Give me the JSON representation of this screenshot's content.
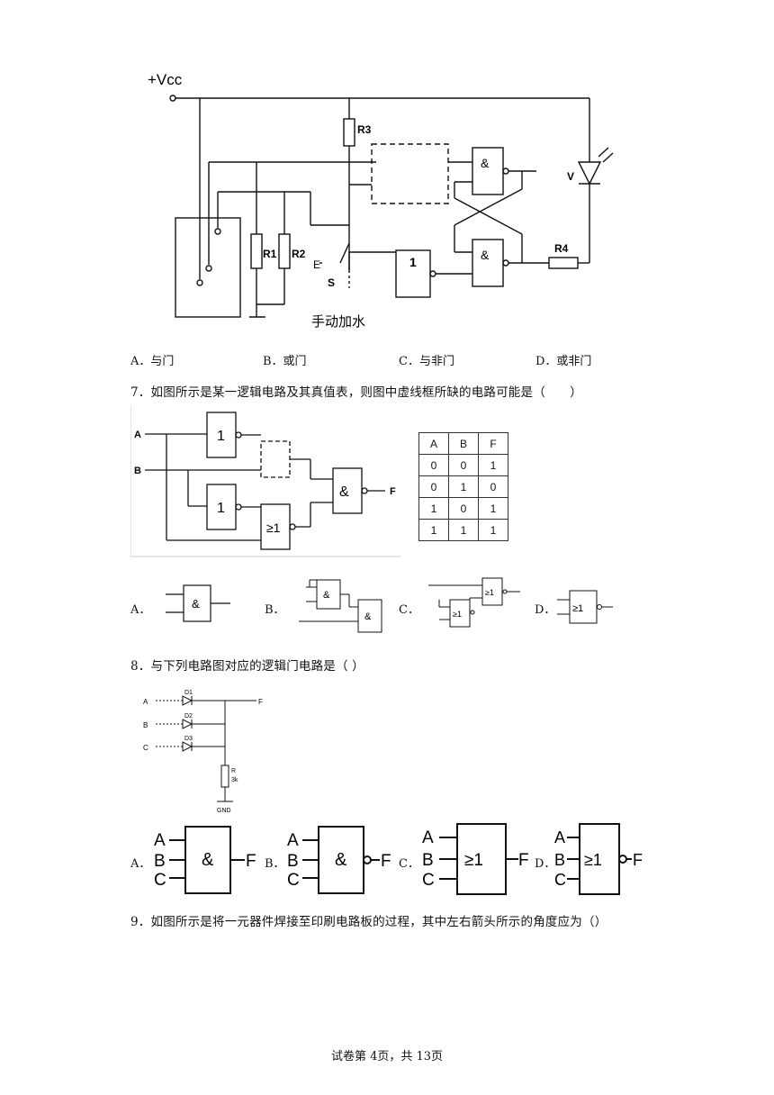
{
  "q6": {
    "vcc": "+Vcc",
    "r1": "R1",
    "r2": "R2",
    "r3": "R3",
    "r4": "R4",
    "s": "S",
    "v": "V",
    "e": "E",
    "and": "&",
    "not": "1",
    "caption": "手动加水",
    "options": [
      "A．与门",
      "B．或门",
      "C．与非门",
      "D．或非门"
    ]
  },
  "q7": {
    "text": "7．如图所示是某一逻辑电路及其真值表，则图中虚线框所缺的电路可能是（　　）",
    "a_label": "A",
    "b_label": "B",
    "f_label": "F",
    "not": "1",
    "and": "&",
    "or": "≥1",
    "table": {
      "header": [
        "A",
        "B",
        "F"
      ],
      "rows": [
        [
          "0",
          "0",
          "1"
        ],
        [
          "0",
          "1",
          "0"
        ],
        [
          "1",
          "0",
          "1"
        ],
        [
          "1",
          "1",
          "1"
        ]
      ]
    },
    "options": [
      "A．",
      "B．",
      "C．",
      "D．"
    ]
  },
  "q8": {
    "text": "8．与下列电路图对应的逻辑门电路是（  ）",
    "inputs": [
      "A",
      "B",
      "C"
    ],
    "out": "F",
    "diodes": [
      "D1",
      "D2",
      "D3"
    ],
    "resistor": "R",
    "resistor_value": "3k",
    "gnd": "GND",
    "options": [
      "A．",
      "B．",
      "C．",
      "D．"
    ],
    "gate_symbols": [
      "&",
      "&",
      "≥1",
      "≥1"
    ]
  },
  "q9": {
    "text": "9．如图所示是将一元器件焊接至印刷电路板的过程，其中左右箭头所示的角度应为（）"
  },
  "footer": "试卷第 4页，共 13页"
}
